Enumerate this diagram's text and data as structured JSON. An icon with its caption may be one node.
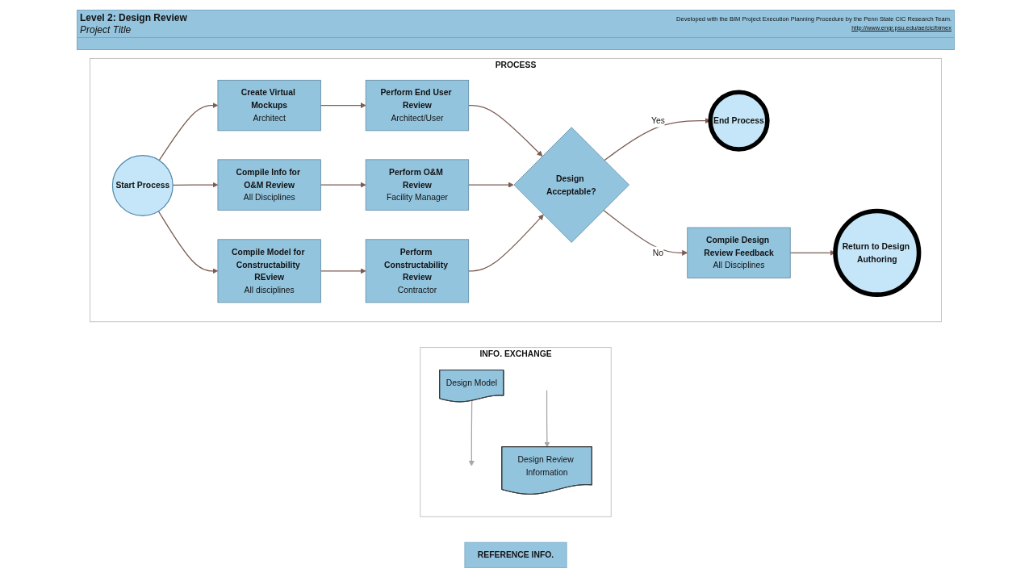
{
  "diagram": {
    "title": "Level 2: Design Review",
    "nodes": [
      {
        "text": [
          "REFERENCE INFO."
        ]
      },
      {
        "text": [
          "PROCESS"
        ]
      },
      {
        "text": [
          "Start Process"
        ],
        "in": 1
      },
      {
        "text": [
          "Create Virtual Mockups",
          "Architect"
        ],
        "in": 1
      },
      {
        "text": [
          "Perform End User Review",
          "Architect/User"
        ],
        "in": 1
      },
      {
        "text": [
          "Compile Info for O&M Review",
          "All Disciplines"
        ],
        "in": 1
      },
      {
        "text": [
          "Perform O&M Review",
          "Facility Manager"
        ],
        "in": 1
      },
      {
        "text": [
          "Compile Model for Constructability REview",
          "All disciplines"
        ],
        "in": 1
      },
      {
        "text": [
          "Perform Constructability Review",
          "Contractor"
        ],
        "in": 1
      },
      {
        "text": [
          "Return to Design Authoring"
        ],
        "in": 1
      },
      {
        "text": [
          "Compile Design Review Feedback",
          "All Disciplines"
        ],
        "in": 1
      },
      {
        "text": [
          "Design Acceptable?"
        ],
        "in": 1
      },
      {
        "text": [
          "End Process"
        ],
        "in": 1
      },
      {
        "text": [
          "INFO. EXCHANGE"
        ]
      },
      {
        "text": [
          "Design Model"
        ],
        "in": 13
      },
      {
        "text": [
          "Design Review Information"
        ],
        "in": 13
      }
    ],
    "edges": [
      {
        "from": 2,
        "to": 3,
        "arrow": "to"
      },
      {
        "from": 2,
        "to": 5,
        "arrow": "to"
      },
      {
        "from": 2,
        "to": 7,
        "arrow": "to"
      },
      {
        "from": 3,
        "to": 4,
        "arrow": "to"
      },
      {
        "from": 5,
        "to": 6,
        "arrow": "to"
      },
      {
        "from": 7,
        "to": 8,
        "arrow": "to"
      },
      {
        "from": 4,
        "to": 11,
        "arrow": "to"
      },
      {
        "from": 6,
        "to": 11,
        "arrow": "to"
      },
      {
        "from": 8,
        "to": 11,
        "arrow": "to"
      },
      {
        "from": 11,
        "to": 12,
        "label": "Yes",
        "arrow": "to"
      },
      {
        "from": 11,
        "to": 10,
        "label": "No",
        "arrow": "to"
      },
      {
        "from": 10,
        "to": 9,
        "arrow": "to"
      },
      {
        "from": 14,
        "to": null,
        "arrow": "to",
        "color": "#a6a6a6"
      },
      {
        "from": null,
        "to": 15,
        "arrow": "to",
        "color": "#a6a6a6"
      }
    ],
    "labels": [
      "Project Title",
      "Developed with the BIM Project Execution Planning Procedure by the Penn State CIC Research Team.",
      "http://www.engr.psu.edu/ae/cic/bimex"
    ]
  }
}
